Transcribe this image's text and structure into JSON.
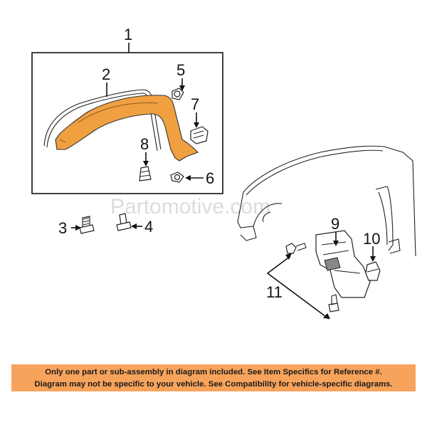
{
  "watermark": "Partomotive.com",
  "callouts": {
    "c1": "1",
    "c2": "2",
    "c3": "3",
    "c4": "4",
    "c5": "5",
    "c6": "6",
    "c7": "7",
    "c8": "8",
    "c9": "9",
    "c10": "10",
    "c11": "11"
  },
  "colors": {
    "flare": "#f0a040",
    "banner": "#f7a35c"
  },
  "notice": {
    "line1": "Only one part or sub-assembly in diagram included. See Item Specifics for Reference #.",
    "line2": "Diagram may not be specific to your vehicle. See Compatibility for vehicle-specific diagrams."
  }
}
